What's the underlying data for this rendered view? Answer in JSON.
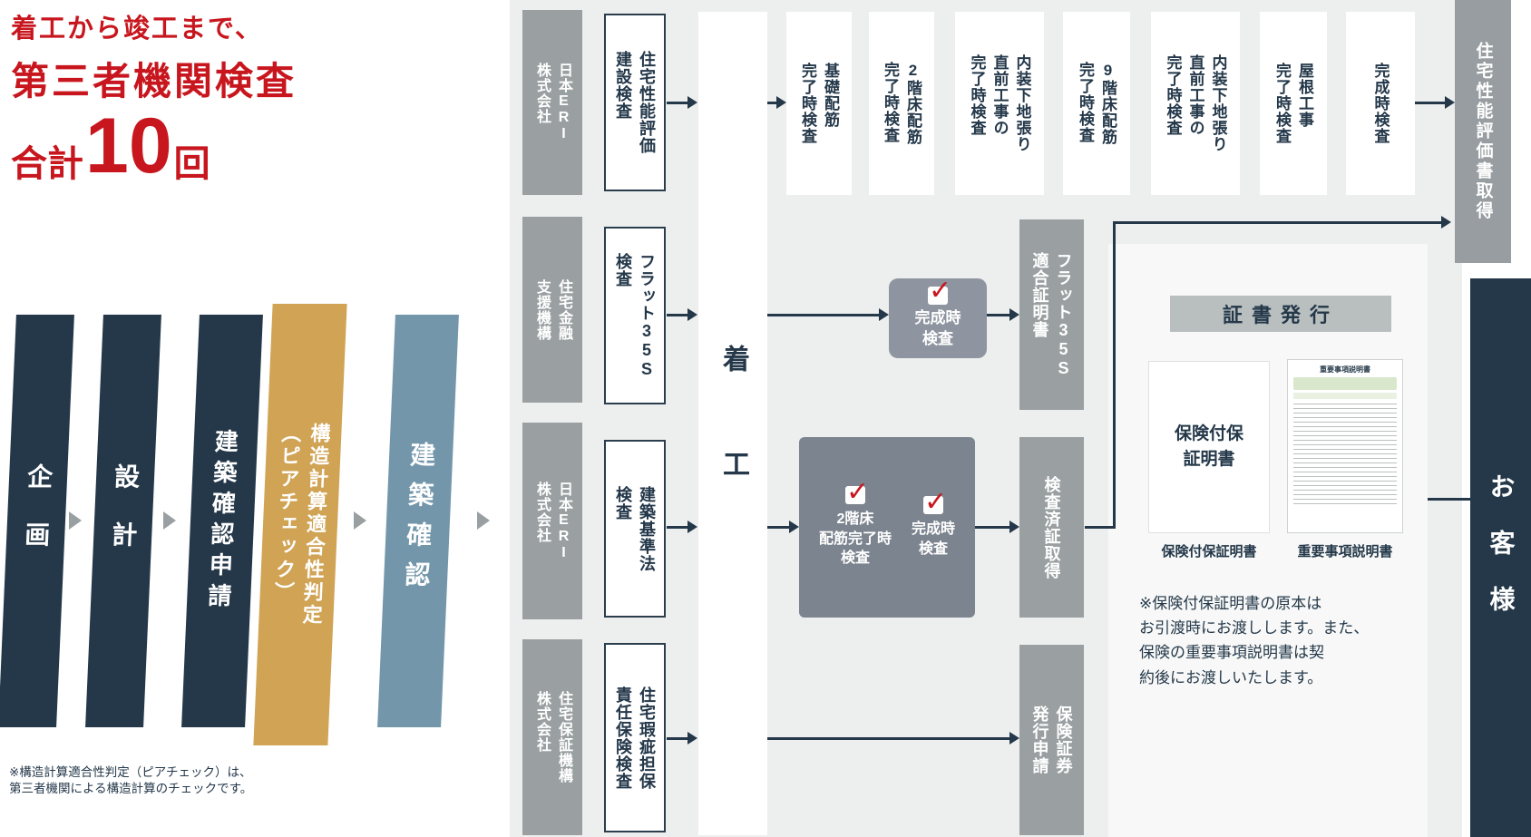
{
  "title": {
    "line1": "着工から竣工まで、",
    "line2": "第三者機関検査",
    "total_prefix": "合計",
    "total_count": "10",
    "total_suffix": "回"
  },
  "planning_flow": {
    "steps": [
      {
        "label": "企画"
      },
      {
        "label": "設計"
      },
      {
        "label": "建築確認申請"
      },
      {
        "label": "構造計算適合性判定\n（ピアチェック）"
      },
      {
        "label": "建築確認"
      }
    ],
    "note": "※構造計算適合性判定（ピアチェック）は、\n第三者機関による構造計算のチェックです。"
  },
  "construction_start": "着　工",
  "inspection_rows": [
    {
      "org": "日本ERI\n株式会社",
      "inspection": "住宅性能評価\n建設検査"
    },
    {
      "org": "住宅金融\n支援機構",
      "inspection": "フラット35S\n検査"
    },
    {
      "org": "日本ERI\n株式会社",
      "inspection": "建築基準法\n検査"
    },
    {
      "org": "住宅保証機構\n株式会社",
      "inspection": "住宅瑕疵担保\n責任保険検査"
    }
  ],
  "performance_inspections": [
    {
      "label": "基礎配筋\n完了時検査"
    },
    {
      "label": "2階床配筋\n完了時検査"
    },
    {
      "label": "内装下地張り\n直前工事の\n完了時検査"
    },
    {
      "label": "9階床配筋\n完了時検査"
    },
    {
      "label": "内装下地張り\n直前工事の\n完了時検査"
    },
    {
      "label": "屋根工事\n完了時検査"
    },
    {
      "label": "完成時検査"
    }
  ],
  "performance_result": "住宅性能評価書取得",
  "flat35": {
    "check": "完成時\n検査",
    "result": "フラット35S\n適合証明書"
  },
  "building_code": {
    "checks": [
      {
        "label": "2階床\n配筋完了時\n検査"
      },
      {
        "label": "完成時\n検査"
      }
    ],
    "result": "検査済証取得"
  },
  "defect_insurance": {
    "result": "保険証券\n発行申請"
  },
  "certificate_panel": {
    "header": "証書発行",
    "doc1_label": "保険付保\n証明書",
    "doc2_title": "重要事項説明書",
    "caption1": "保険付保証明書",
    "caption2": "重要事項説明書",
    "note": "※保険付保証明書の原本は\nお引渡時にお渡しします。また、\n保険の重要事項説明書は契\n約後にお渡しいたします。"
  },
  "customer": "お客様",
  "icons": {
    "check": "✓"
  },
  "colors": {
    "accent_red": "#C8161E",
    "navy": "#24384A",
    "gray": "#9AA0A2",
    "gold": "#D0A355",
    "steel_blue": "#7396AB",
    "check_panel": "#7C848F",
    "pill": "#8E95A0"
  }
}
